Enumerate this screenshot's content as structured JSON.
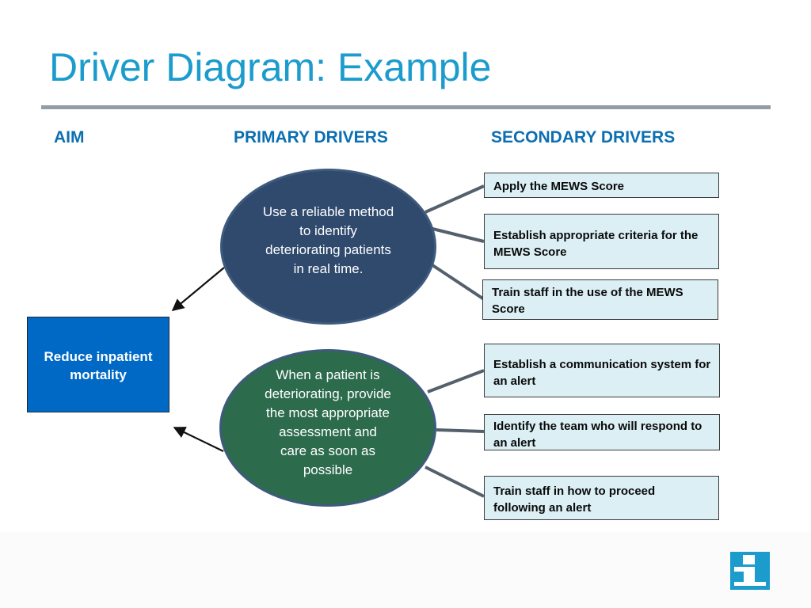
{
  "slide": {
    "title": "Driver Diagram: Example"
  },
  "columns": {
    "aim": "AIM",
    "primary": "PRIMARY DRIVERS",
    "secondary": "SECONDARY DRIVERS"
  },
  "aim": {
    "text": "Reduce inpatient mortality"
  },
  "primary_drivers": [
    {
      "text": "Use a reliable method to identify deteriorating patients in real time."
    },
    {
      "text": "When a patient is deteriorating, provide the most appropriate assessment and care as soon as possible"
    }
  ],
  "secondary_drivers": [
    {
      "text": "Apply the MEWS Score"
    },
    {
      "text": "Establish appropriate criteria for the MEWS Score"
    },
    {
      "text": "Train staff in the use of the MEWS Score"
    },
    {
      "text": "Establish a communication system for an alert"
    },
    {
      "text": "Identify the team who will respond to an alert"
    },
    {
      "text": "Train staff in how to proceed following an alert"
    }
  ],
  "colors": {
    "title": "#1b9ccc",
    "column_heading": "#0b6fb2",
    "aim_box": "#0068c5",
    "primary_oval_1": "#2f4a6d",
    "primary_oval_2": "#2d6b4d",
    "secondary_box": "#dbeff5",
    "connector": "#54606c"
  },
  "icons": {
    "logo": "info-i-logo"
  }
}
